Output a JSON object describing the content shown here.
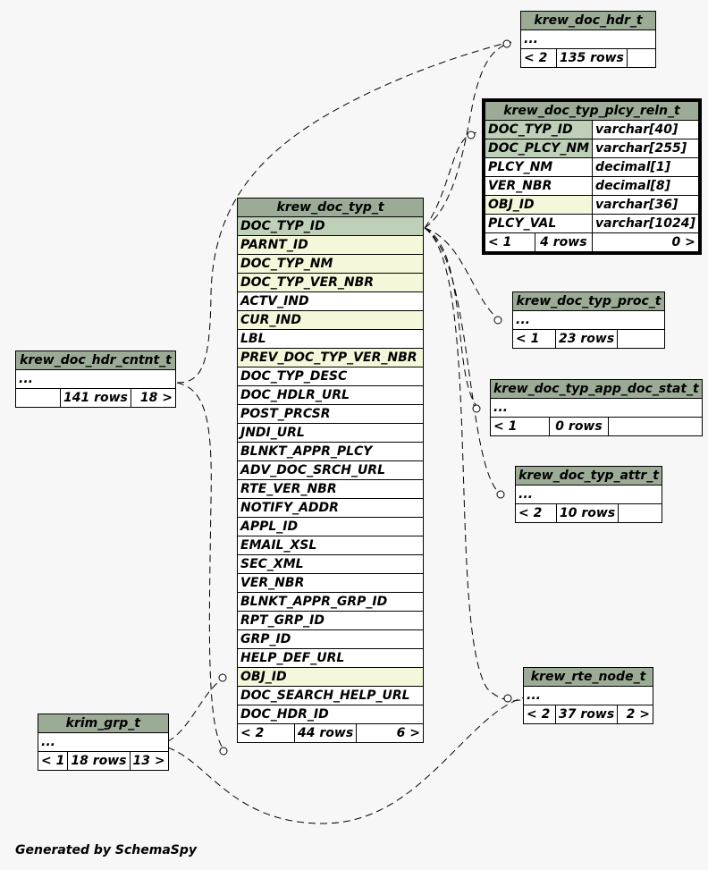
{
  "footer": "Generated by SchemaSpy",
  "tables": {
    "hdr": {
      "name": "krew_doc_hdr_t",
      "ellipsis": "...",
      "parents": "< 2",
      "rows": "135 rows",
      "children": ""
    },
    "plcy": {
      "name": "krew_doc_typ_plcy_reln_t",
      "columns": [
        {
          "name": "DOC_TYP_ID",
          "type": "varchar[40]"
        },
        {
          "name": "DOC_PLCY_NM",
          "type": "varchar[255]"
        },
        {
          "name": "PLCY_NM",
          "type": "decimal[1]"
        },
        {
          "name": "VER_NBR",
          "type": "decimal[8]"
        },
        {
          "name": "OBJ_ID",
          "type": "varchar[36]"
        },
        {
          "name": "PLCY_VAL",
          "type": "varchar[1024]"
        }
      ],
      "parents": "< 1",
      "rows": "4 rows",
      "children": "0 >"
    },
    "doctyp": {
      "name": "krew_doc_typ_t",
      "columns": [
        "DOC_TYP_ID",
        "PARNT_ID",
        "DOC_TYP_NM",
        "DOC_TYP_VER_NBR",
        "ACTV_IND",
        "CUR_IND",
        "LBL",
        "PREV_DOC_TYP_VER_NBR",
        "DOC_TYP_DESC",
        "DOC_HDLR_URL",
        "POST_PRCSR",
        "JNDI_URL",
        "BLNKT_APPR_PLCY",
        "ADV_DOC_SRCH_URL",
        "RTE_VER_NBR",
        "NOTIFY_ADDR",
        "APPL_ID",
        "EMAIL_XSL",
        "SEC_XML",
        "VER_NBR",
        "BLNKT_APPR_GRP_ID",
        "RPT_GRP_ID",
        "GRP_ID",
        "HELP_DEF_URL",
        "OBJ_ID",
        "DOC_SEARCH_HELP_URL",
        "DOC_HDR_ID"
      ],
      "parents": "< 2",
      "rows": "44 rows",
      "children": "6 >"
    },
    "proc": {
      "name": "krew_doc_typ_proc_t",
      "ellipsis": "...",
      "parents": "< 1",
      "rows": "23 rows",
      "children": ""
    },
    "cntnt": {
      "name": "krew_doc_hdr_cntnt_t",
      "ellipsis": "...",
      "parents": "",
      "rows": "141 rows",
      "children": "18 >"
    },
    "stat": {
      "name": "krew_doc_typ_app_doc_stat_t",
      "ellipsis": "...",
      "parents": "< 1",
      "rows": "0 rows",
      "children": ""
    },
    "attr": {
      "name": "krew_doc_typ_attr_t",
      "ellipsis": "...",
      "parents": "< 2",
      "rows": "10 rows",
      "children": ""
    },
    "rte": {
      "name": "krew_rte_node_t",
      "ellipsis": "...",
      "parents": "< 2",
      "rows": "37 rows",
      "children": "2 >"
    },
    "grp": {
      "name": "krim_grp_t",
      "ellipsis": "...",
      "parents": "< 1",
      "rows": "18 rows",
      "children": "13 >"
    }
  },
  "colors": {
    "header": "#9bab96",
    "primary_key": "#bed1b8",
    "indexed": "#f4f7da"
  }
}
